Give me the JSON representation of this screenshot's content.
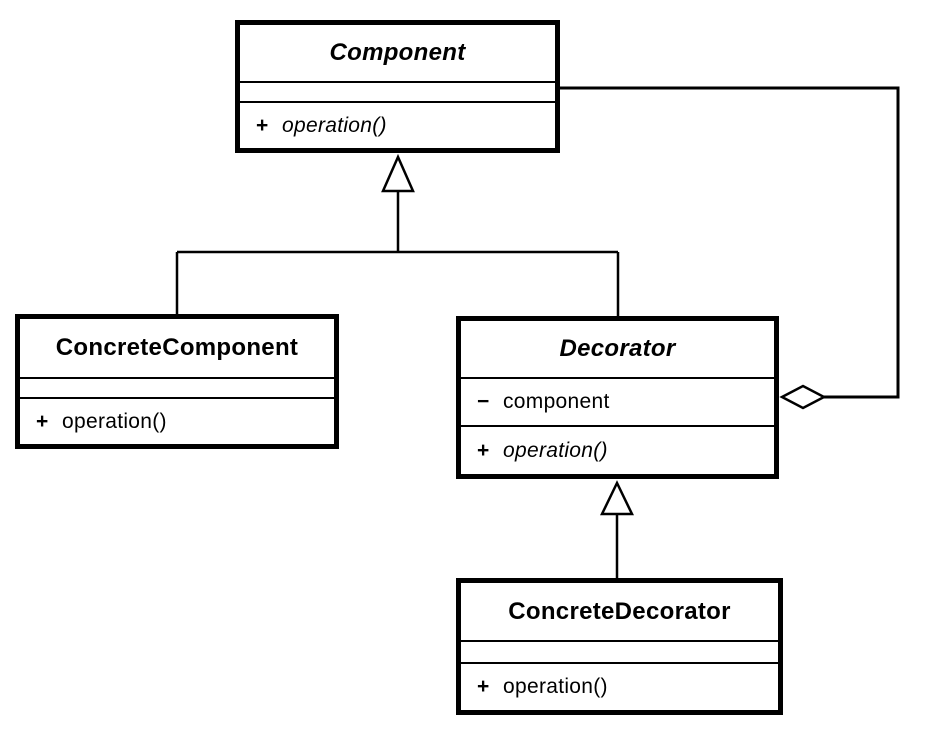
{
  "canvas": {
    "background_color": "#ffffff",
    "line_color": "#000000"
  },
  "classes": {
    "component": {
      "title": "Component",
      "method_visibility": "+",
      "method_name": "operation()"
    },
    "concrete_component": {
      "title": "ConcreteComponent",
      "method_visibility": "+",
      "method_name": "operation()"
    },
    "decorator": {
      "title": "Decorator",
      "attr_visibility": "−",
      "attr_name": "component",
      "method_visibility": "+",
      "method_name": "operation()"
    },
    "concrete_decorator": {
      "title": "ConcreteDecorator",
      "method_visibility": "+",
      "method_name": "operation()"
    }
  },
  "relationships": [
    {
      "type": "generalization",
      "from": "ConcreteComponent",
      "to": "Component"
    },
    {
      "type": "generalization",
      "from": "Decorator",
      "to": "Component"
    },
    {
      "type": "generalization",
      "from": "ConcreteDecorator",
      "to": "Decorator"
    },
    {
      "type": "aggregation",
      "from": "Decorator",
      "to": "Component"
    }
  ]
}
